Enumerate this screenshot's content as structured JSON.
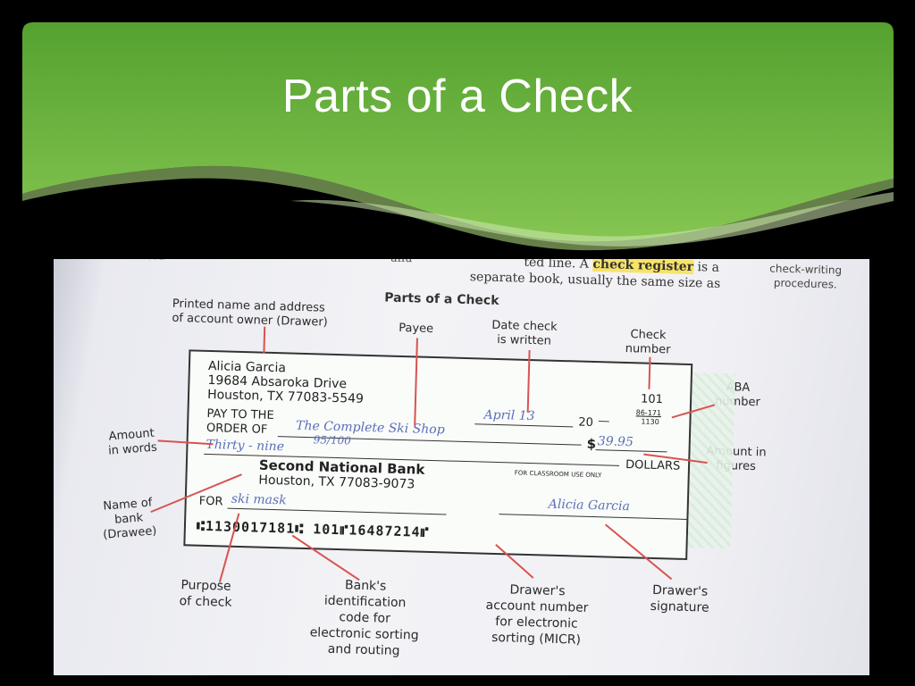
{
  "slide": {
    "title": "Parts of a Check"
  },
  "book": {
    "top_fragment_left": "accou",
    "top_fragment_mid": "unu",
    "top_fragment_text1": "ted line. A",
    "check_register": "check register",
    "top_fragment_text2": "is a",
    "top_fragment_line2": "separate book, usually the same size as",
    "right_fragment1": "check-writing",
    "right_fragment2": "procedures.",
    "figure_title": "Parts of a Check"
  },
  "labels": {
    "drawer_name_1": "Printed name and address",
    "drawer_name_2": "of account owner (Drawer)",
    "payee": "Payee",
    "date_1": "Date check",
    "date_2": "is written",
    "check_number_1": "Check",
    "check_number_2": "number",
    "aba_1": "ABA",
    "aba_2": "number",
    "amount_words_1": "Amount",
    "amount_words_2": "in words",
    "amount_figures_1": "Amount in",
    "amount_figures_2": "figures",
    "drawee_1": "Name of",
    "drawee_2": "bank",
    "drawee_3": "(Drawee)",
    "purpose_1": "Purpose",
    "purpose_2": "of check",
    "bank_code_1": "Bank's",
    "bank_code_2": "identification",
    "bank_code_3": "code for",
    "bank_code_4": "electronic sorting",
    "bank_code_5": "and routing",
    "account_1": "Drawer's",
    "account_2": "account number",
    "account_3": "for electronic",
    "account_4": "sorting (MICR)",
    "signature_1": "Drawer's",
    "signature_2": "signature"
  },
  "check": {
    "owner_name": "Alicia Garcia",
    "owner_street": "19684 Absaroka Drive",
    "owner_city": "Houston, TX 77083-5549",
    "check_number": "101",
    "aba_top": "86-171",
    "aba_bottom": "1130",
    "date_written": "April 13",
    "year_prefix": "20",
    "year_blank": "—",
    "pay_to_1": "PAY TO THE",
    "pay_to_2": "ORDER OF",
    "payee_written": "The Complete Ski Shop",
    "dollar_sign": "$",
    "amount_figures": "39.95",
    "amount_words": "Thirty - nine",
    "amount_fraction": "95/100",
    "dollars": "DOLLARS",
    "bank_name": "Second National Bank",
    "bank_city": "Houston, TX 77083-9073",
    "classroom_note": "FOR CLASSROOM USE ONLY",
    "for_label": "FOR",
    "memo_written": "ski mask",
    "signature_written": "Alicia Garcia",
    "micr_line": "⑆1130017181⑆ 101⑈16487214⑈"
  },
  "colors": {
    "banner_green_top": "#5aa534",
    "banner_green_bottom": "#7fc04a",
    "leader_red": "#d9534f",
    "handwriting_blue": "#5a6fb8"
  }
}
